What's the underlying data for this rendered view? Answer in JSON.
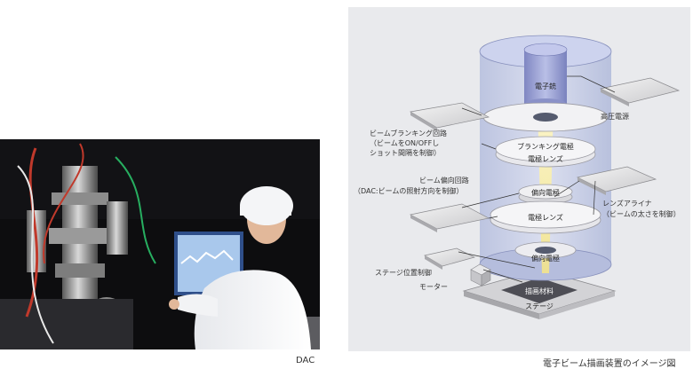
{
  "photo": {
    "caption": "DAC"
  },
  "diagram": {
    "caption": "電子ビーム描画装置のイメージ図",
    "labels": {
      "electron_gun": "電子銃",
      "high_voltage": "高圧電源",
      "blanking_circuit": [
        "ビームブランキング回路",
        "（ビームをON/OFFし",
        "ショット間隔を制御）"
      ],
      "blanking_electrode": "ブランキング電極",
      "electrode_lens_1": "電極レンズ",
      "deflection_circuit": [
        "ビーム偏向回路",
        "（DAC:ビームの照射方向を制御）"
      ],
      "deflection_electrode_1": "偏向電極",
      "electrode_lens_2": "電極レンズ",
      "lens_aligner": [
        "レンズアライナ",
        "（ビームの太さを制御）"
      ],
      "stage_position": "ステージ位置制御",
      "motor": "モーター",
      "deflection_electrode_2": "偏向電極",
      "material": "描画材料",
      "stage": "ステージ"
    }
  }
}
